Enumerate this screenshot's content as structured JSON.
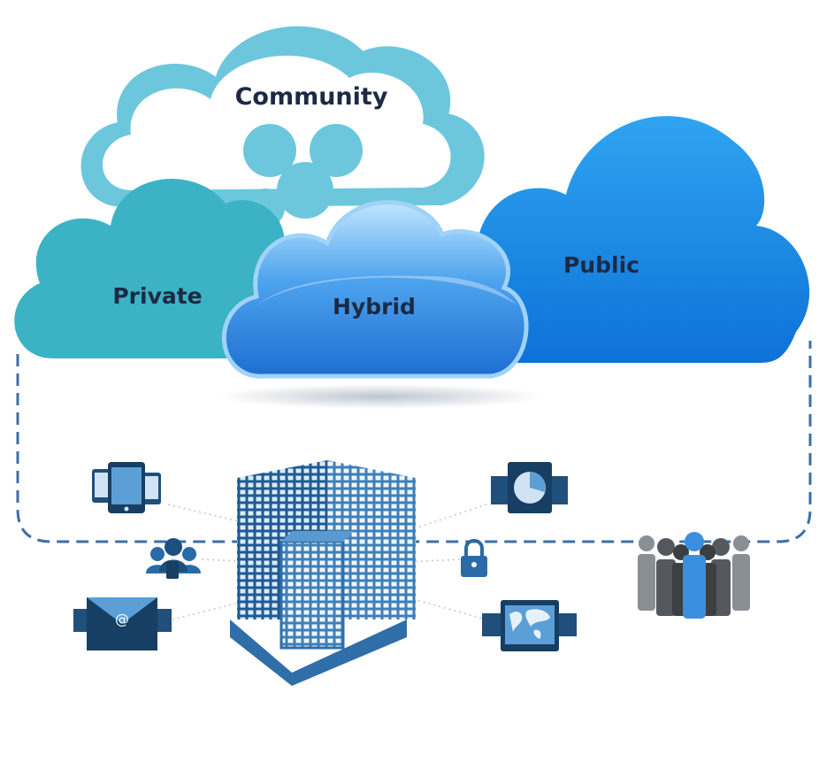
{
  "clouds": {
    "community": {
      "label": "Community"
    },
    "private": {
      "label": "Private"
    },
    "hybrid": {
      "label": "Hybrid"
    },
    "public": {
      "label": "Public"
    }
  },
  "icons": [
    "mobile-devices-icon",
    "user-group-icon",
    "email-icon",
    "document-chart-icon",
    "lock-icon",
    "world-map-icon",
    "office-building-icon",
    "people-crowd-icon"
  ],
  "colors": {
    "community": "#6cc7dd",
    "private": "#3bb3c4",
    "hybrid": "#3a8fe0",
    "public": "#1a8ae6",
    "boundary": "#3d6fa8",
    "building": "#2f6ea8",
    "icon": "#1f4f7a"
  }
}
